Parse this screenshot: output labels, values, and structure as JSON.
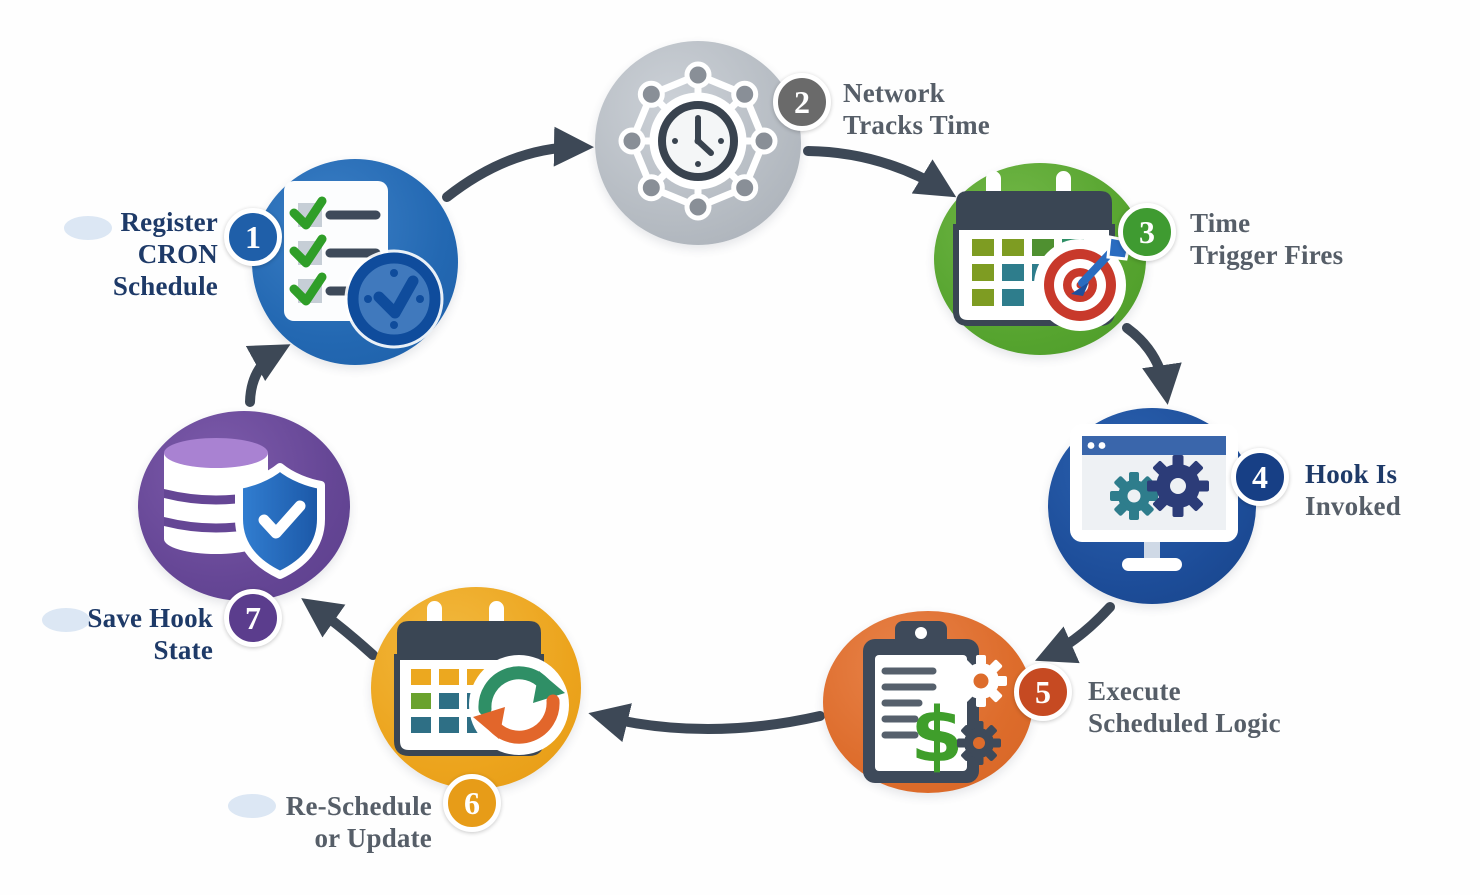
{
  "diagram": {
    "background_color": "#ffffff",
    "arrow_color": "#3d4856",
    "text_navy_color": "#1e3a68",
    "text_gray_color": "#565e68",
    "blob_color": "#dce7f4",
    "steps": [
      {
        "number": "1",
        "label": "Register CRON Schedule",
        "lines": [
          "Register",
          "CRON",
          "Schedule"
        ],
        "circle_color": "#2a6db8",
        "badge_color": "#1f5fa9",
        "icon": "checklist-clock-icon"
      },
      {
        "number": "2",
        "label": "Network Tracks Time",
        "lines": [
          "Network",
          "Tracks Time"
        ],
        "circle_color": "#b9bfc6",
        "badge_color": "#6a6a6a",
        "icon": "network-clock-icon"
      },
      {
        "number": "3",
        "label": "Time Trigger Fires",
        "lines": [
          "Time",
          "Trigger Fires"
        ],
        "circle_color": "#56a42f",
        "badge_color": "#3f9b31",
        "icon": "calendar-target-icon"
      },
      {
        "number": "4",
        "label": "Hook Is Invoked",
        "lines": [
          "Hook Is",
          "Invoked"
        ],
        "circle_color": "#1d4d99",
        "badge_color": "#173f85",
        "icon": "monitor-gears-icon"
      },
      {
        "number": "5",
        "label": "Execute Scheduled Logic",
        "lines": [
          "Execute",
          "Scheduled Logic"
        ],
        "circle_color": "#dd6c2b",
        "badge_color": "#c64a22",
        "icon": "clipboard-dollar-gear-icon"
      },
      {
        "number": "6",
        "label": "Re-Schedule or Update",
        "lines": [
          "Re-Schedule",
          "or Update"
        ],
        "circle_color": "#eca41d",
        "badge_color": "#e79c18",
        "icon": "calendar-refresh-icon"
      },
      {
        "number": "7",
        "label": "Save Hook State",
        "lines": [
          "Save Hook",
          "State"
        ],
        "circle_color": "#654695",
        "badge_color": "#5b3d8d",
        "icon": "database-shield-icon"
      }
    ]
  }
}
